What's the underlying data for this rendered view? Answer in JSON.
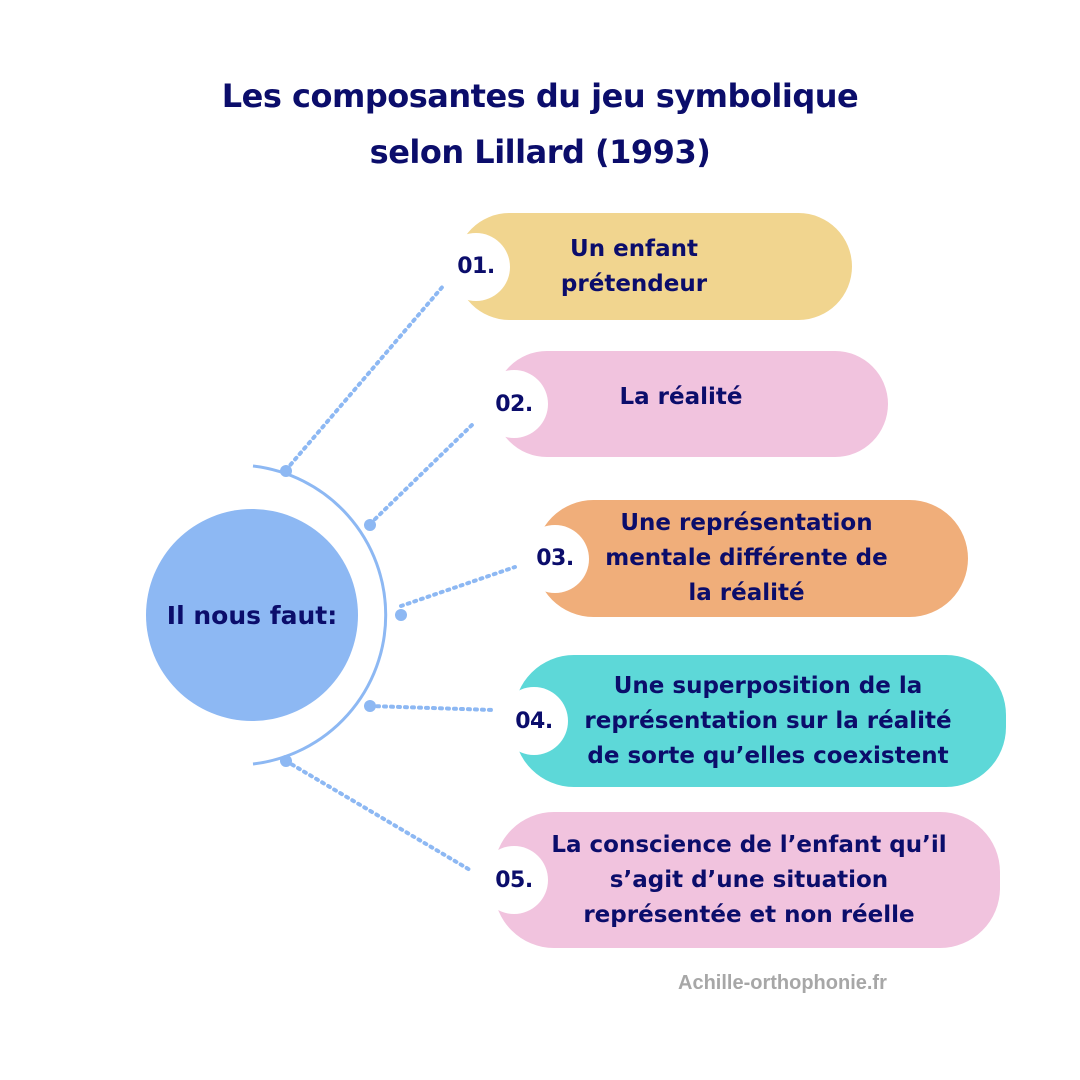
{
  "title": {
    "line1": "Les composantes du jeu symbolique",
    "line2": "selon Lillard (1993)"
  },
  "hub": {
    "label": "Il nous faut:",
    "color": "#8db8f3"
  },
  "items": [
    {
      "number": "01.",
      "lines": [
        "Un enfant",
        "prétendeur"
      ],
      "color": "#f1d58f"
    },
    {
      "number": "02.",
      "lines": [
        "La réalité"
      ],
      "color": "#f1c3de"
    },
    {
      "number": "03.",
      "lines": [
        "Une représentation",
        "mentale différente de",
        "la réalité"
      ],
      "color": "#f0ae7a"
    },
    {
      "number": "04.",
      "lines": [
        "Une superposition de la",
        "représentation sur la réalité",
        "de sorte qu’elles coexistent"
      ],
      "color": "#5dd8d8"
    },
    {
      "number": "05.",
      "lines": [
        "La conscience de l’enfant qu’il",
        "s’agit d’une situation",
        "représentée et non réelle"
      ],
      "color": "#f1c3de"
    }
  ],
  "footer": "Achille-orthophonie.fr",
  "colors": {
    "text": "#0b0d6b",
    "connector": "#8db8f3"
  }
}
